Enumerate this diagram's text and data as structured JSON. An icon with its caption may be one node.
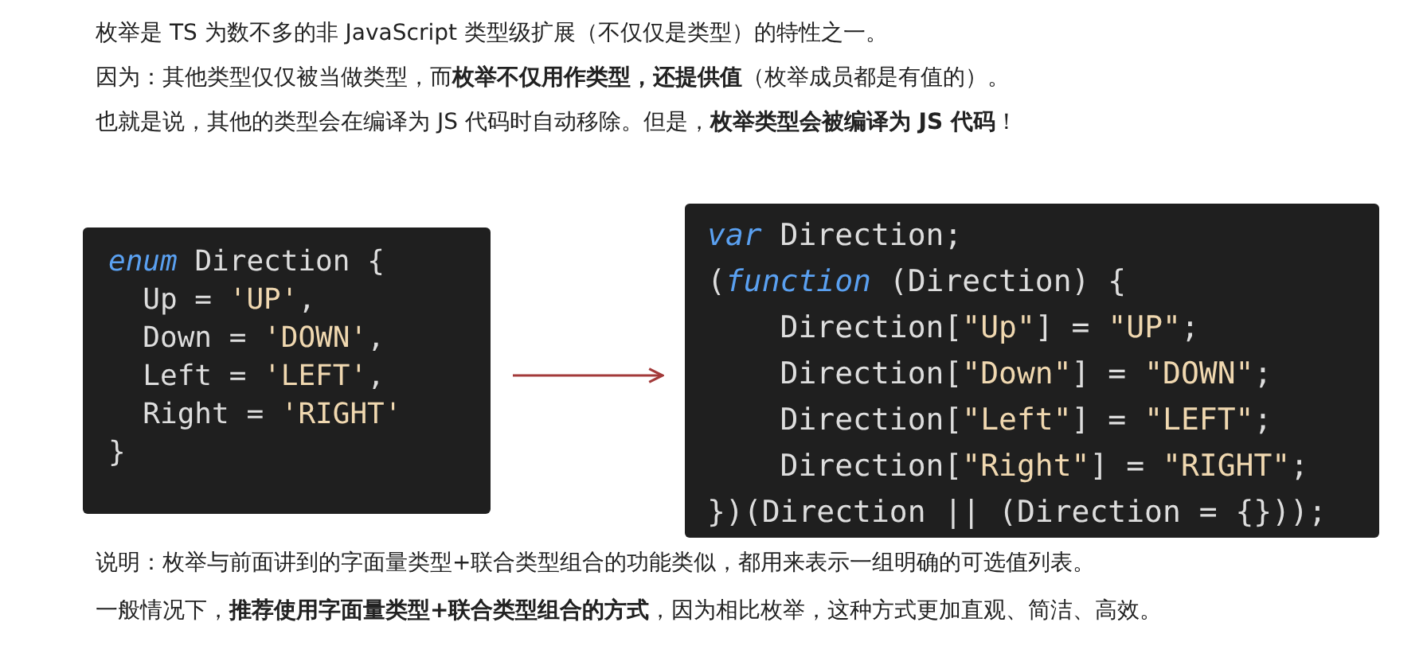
{
  "diagram": {
    "nodes": [
      {
        "text": [
          "enum Direction {",
          "  Up = 'UP',",
          "  Down = 'DOWN',",
          "  Left = 'LEFT',",
          "  Right = 'RIGHT'",
          "}"
        ]
      },
      {
        "text": [
          "var Direction;",
          "(function (Direction) {",
          "    Direction[\"Up\"] = \"UP\";",
          "    Direction[\"Down\"] = \"DOWN\";",
          "    Direction[\"Left\"] = \"LEFT\";",
          "    Direction[\"Right\"] = \"RIGHT\";",
          "})(Direction || (Direction = {}));"
        ]
      }
    ],
    "edges": [
      {
        "from": 0,
        "to": 1,
        "arrow": "to",
        "color": "#a33a3a"
      }
    ],
    "labels": [
      "枚举是 TS 为数不多的非 JavaScript 类型级扩展（不仅仅是类型）的特性之一。",
      "因为：其他类型仅仅被当做类型，而**枚举不仅用作类型，还提供值**（枚举成员都是有值的）。",
      "也就是说，其他的类型会在编译为 JS 代码时自动移除。但是，**枚举类型会被编译为 JS 代码**！",
      "说明：枚举与前面讲到的字面量类型+联合类型组合的功能类似，都用来表示一组明确的可选值列表。",
      "一般情况下，**推荐使用字面量类型+联合类型组合的方式**，因为相比枚举，这种方式更加直观、简洁、高效。"
    ]
  }
}
